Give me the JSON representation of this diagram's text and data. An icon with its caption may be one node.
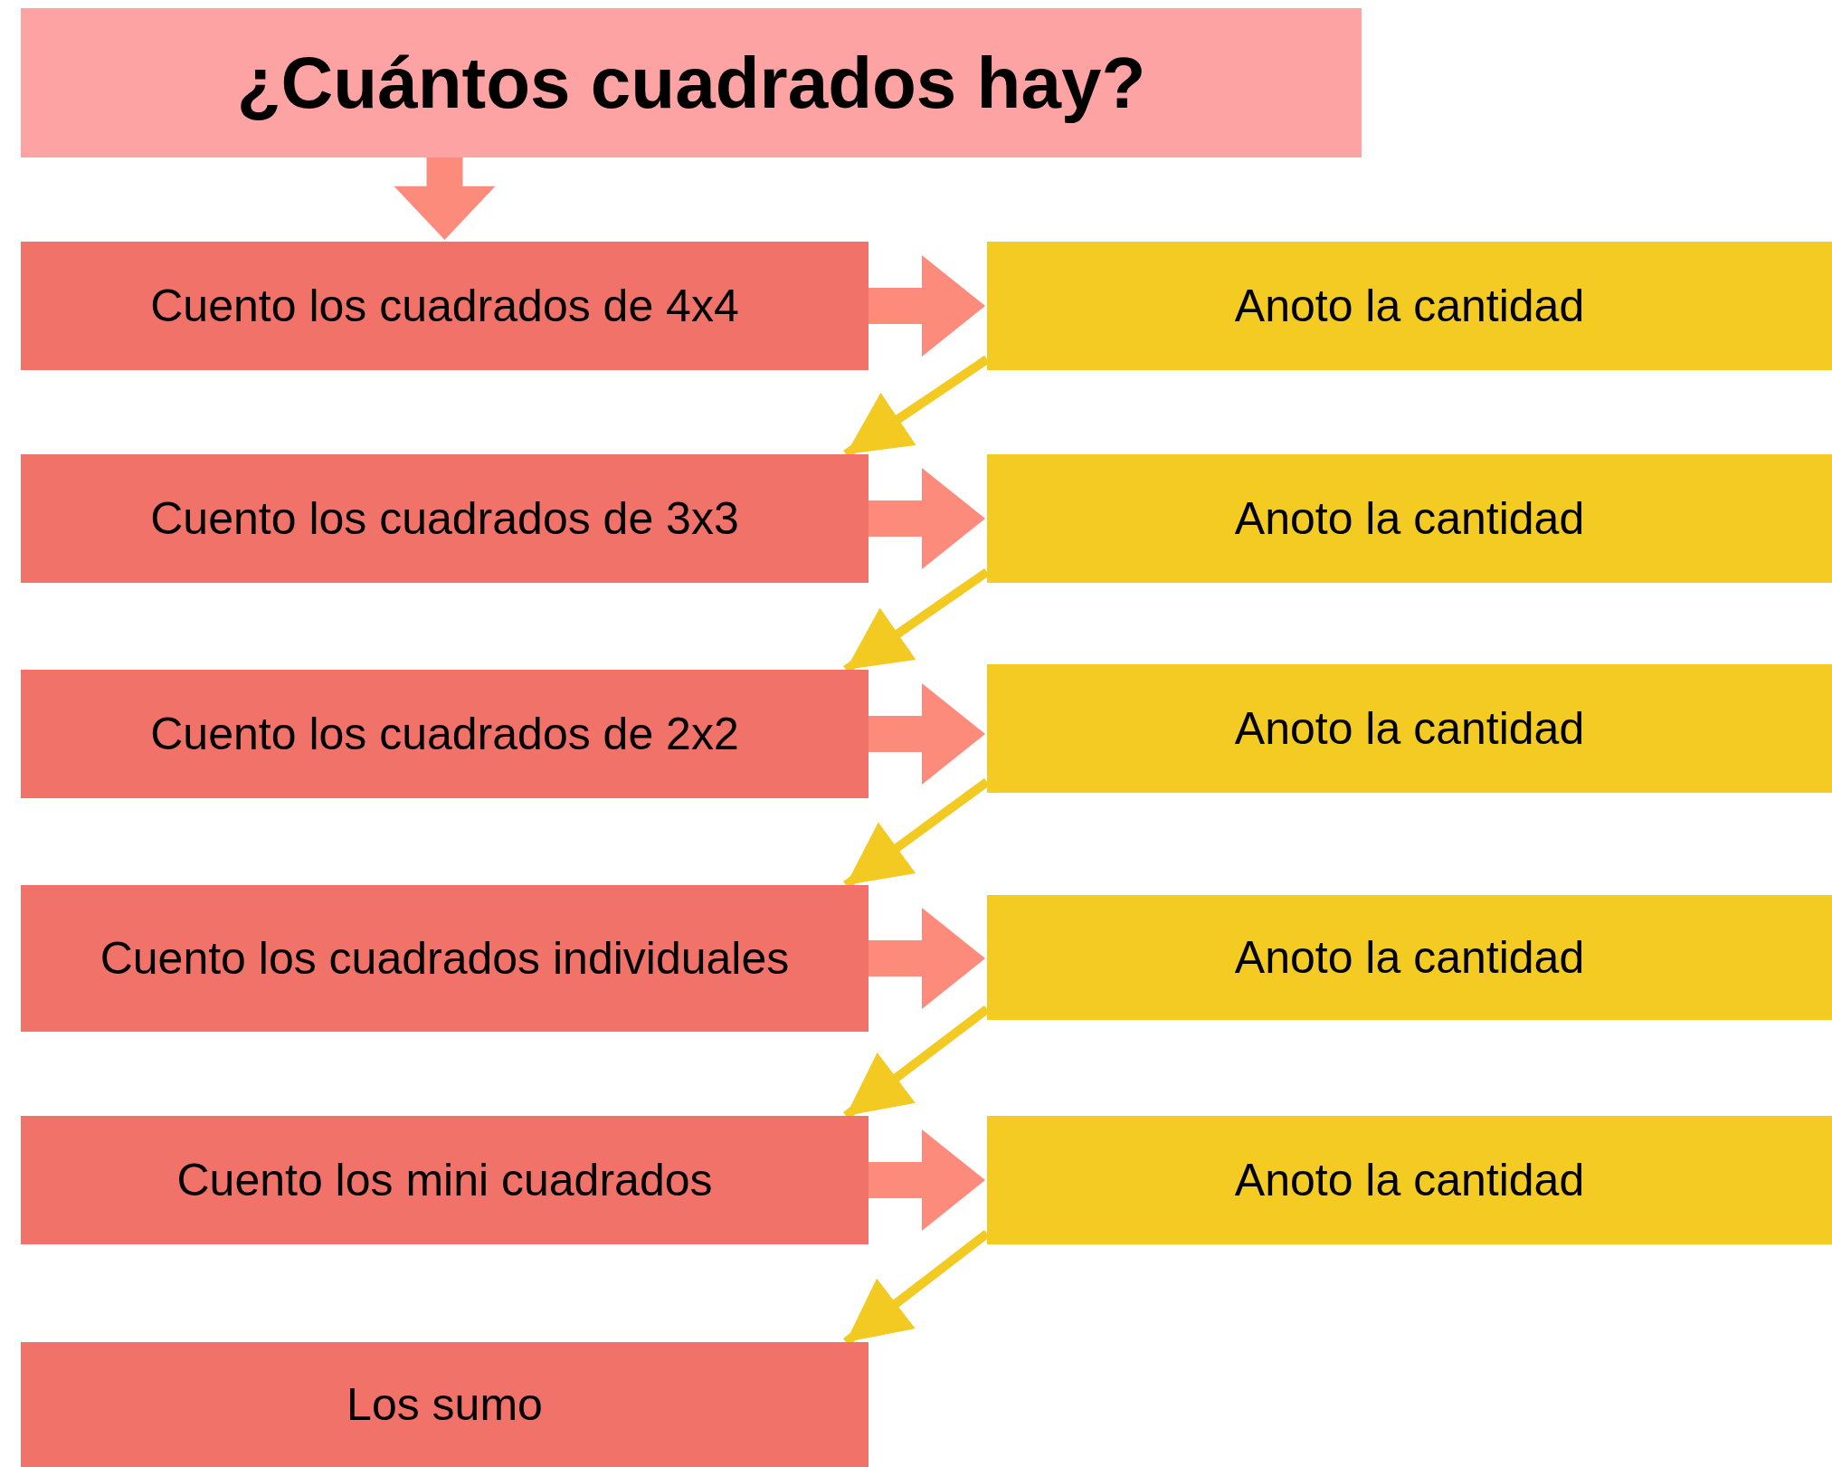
{
  "diagram": {
    "nodes": [
      {
        "text": [
          "¿Cuántos cuadrados hay?"
        ]
      },
      {
        "text": [
          "Cuento los cuadrados de 4x4"
        ]
      },
      {
        "text": [
          "Anoto la cantidad"
        ]
      },
      {
        "text": [
          "Cuento los cuadrados de 3x3"
        ]
      },
      {
        "text": [
          "Anoto la cantidad"
        ]
      },
      {
        "text": [
          "Cuento los cuadrados de 2x2"
        ]
      },
      {
        "text": [
          "Anoto la cantidad"
        ]
      },
      {
        "text": [
          "Cuento los cuadrados individuales"
        ]
      },
      {
        "text": [
          "Anoto la cantidad"
        ]
      },
      {
        "text": [
          "Cuento los mini cuadrados"
        ]
      },
      {
        "text": [
          "Anoto la cantidad"
        ]
      },
      {
        "text": [
          "Los sumo"
        ]
      }
    ],
    "edges": [
      {
        "from": 0,
        "to": 1,
        "arrow": "to",
        "style": "thick"
      },
      {
        "from": 1,
        "to": 2,
        "arrow": "to",
        "style": "thick"
      },
      {
        "from": 2,
        "to": 3,
        "arrow": "to",
        "color": "#f2ca22"
      },
      {
        "from": 3,
        "to": 4,
        "arrow": "to",
        "style": "thick"
      },
      {
        "from": 4,
        "to": 5,
        "arrow": "to",
        "color": "#f2ca22"
      },
      {
        "from": 5,
        "to": 6,
        "arrow": "to",
        "style": "thick"
      },
      {
        "from": 6,
        "to": 7,
        "arrow": "to",
        "color": "#f2ca22"
      },
      {
        "from": 7,
        "to": 8,
        "arrow": "to",
        "style": "thick"
      },
      {
        "from": 8,
        "to": 9,
        "arrow": "to",
        "color": "#f2ca22"
      },
      {
        "from": 9,
        "to": 10,
        "arrow": "to",
        "style": "thick"
      },
      {
        "from": 10,
        "to": 11,
        "arrow": "to",
        "color": "#f2ca22"
      }
    ]
  }
}
